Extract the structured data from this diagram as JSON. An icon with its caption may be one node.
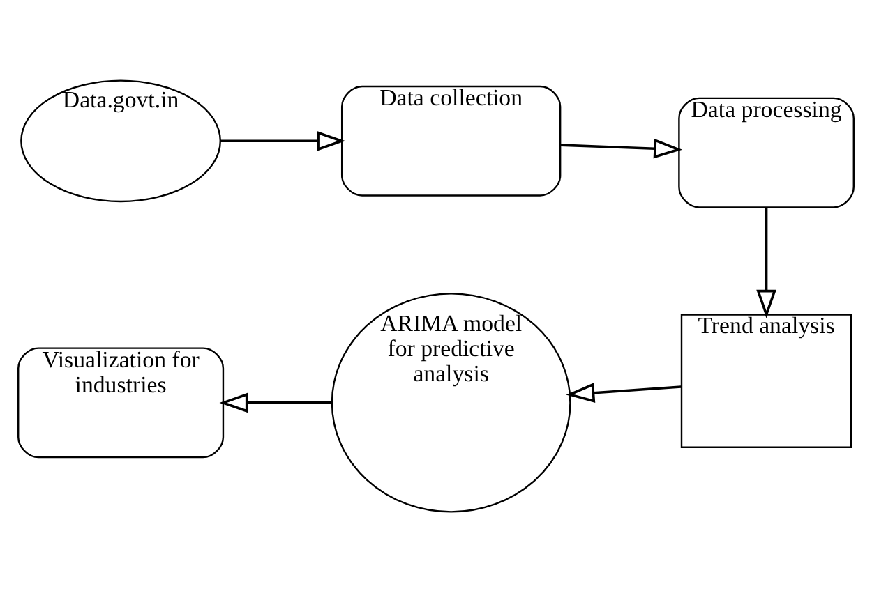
{
  "diagram": {
    "nodes": [
      {
        "text": [
          "Data.govt.in"
        ]
      },
      {
        "text": [
          "Data collection"
        ]
      },
      {
        "text": [
          "Data processing"
        ]
      },
      {
        "text": [
          "Trend analysis"
        ]
      },
      {
        "text": [
          "ARIMA model for predictive analysis"
        ]
      },
      {
        "text": [
          "Visualization for industries"
        ]
      }
    ],
    "edges": [
      {
        "from": 0,
        "to": 1,
        "arrow": "to"
      },
      {
        "from": 1,
        "to": 2,
        "arrow": "to"
      },
      {
        "from": 2,
        "to": 3,
        "arrow": "to"
      },
      {
        "from": 3,
        "to": 4,
        "arrow": "to"
      },
      {
        "from": 4,
        "to": 5,
        "arrow": "to"
      }
    ]
  }
}
